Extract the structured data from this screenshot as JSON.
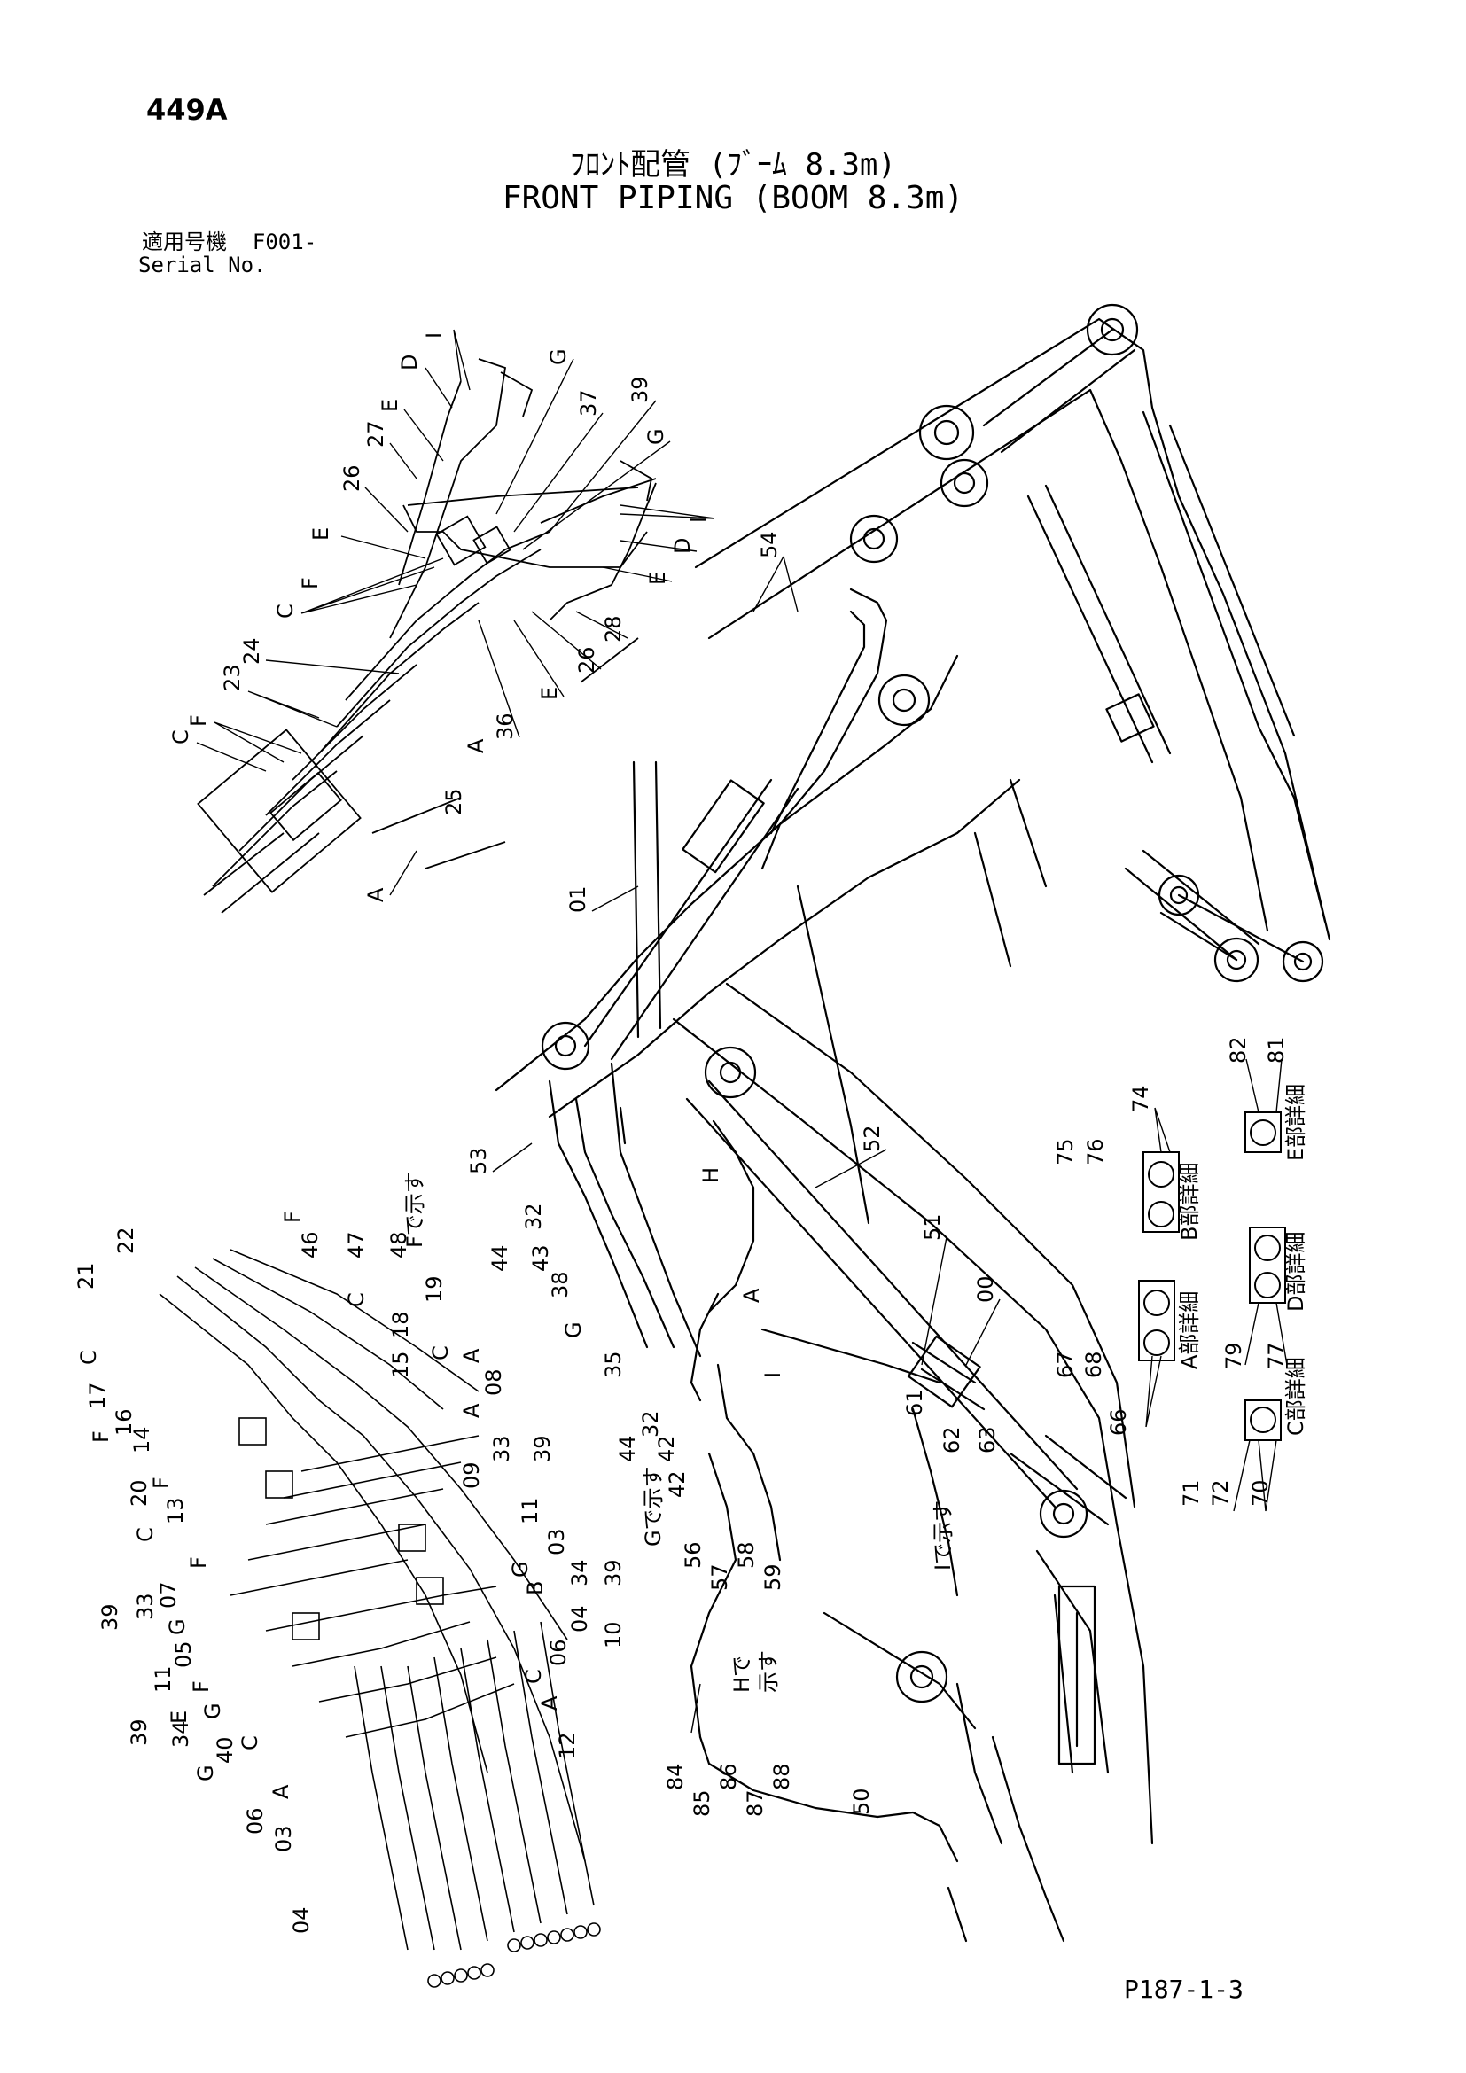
{
  "page": {
    "number": "449A",
    "footer_code": "P187-1-3"
  },
  "title": {
    "japanese": "ﾌﾛﾝﾄ配管 (ﾌﾞｰﾑ 8.3m)",
    "english": "FRONT PIPING (BOOM 8.3m)"
  },
  "serial": {
    "label_jp": "適用号機",
    "value": "F001-",
    "label_en": "Serial No."
  },
  "callouts": {
    "top_detail": [
      "I",
      "D",
      "E",
      "27",
      "26",
      "E",
      "C",
      "F",
      "24",
      "23",
      "C",
      "F",
      "A",
      "G",
      "37",
      "39",
      "G",
      "I",
      "D",
      "E",
      "28",
      "26",
      "E",
      "36",
      "25",
      "A"
    ],
    "main": [
      "54",
      "01",
      "53",
      "52",
      "51",
      "00",
      "32",
      "44",
      "43",
      "38",
      "G",
      "35",
      "A",
      "I",
      "32",
      "42",
      "61",
      "62",
      "63",
      "44",
      "42",
      "56",
      "57",
      "58",
      "59",
      "84",
      "85",
      "86",
      "87",
      "88",
      "50",
      "H"
    ],
    "bottom_detail": [
      "21",
      "22",
      "F",
      "46",
      "47",
      "48",
      "19",
      "18",
      "15",
      "C",
      "17",
      "16",
      "14",
      "C",
      "F",
      "20",
      "13",
      "F",
      "07",
      "C",
      "F",
      "G",
      "05",
      "F",
      "11",
      "E",
      "G",
      "40",
      "C",
      "A",
      "06",
      "03",
      "04",
      "39",
      "33",
      "39",
      "34",
      "G",
      "C",
      "A",
      "08",
      "A",
      "09",
      "33",
      "39",
      "11",
      "03",
      "G",
      "34",
      "39",
      "B",
      "04",
      "10",
      "06",
      "C",
      "12",
      "A"
    ]
  },
  "annotations": {
    "shown_F": "Fで示す",
    "shown_G": "Gで示す",
    "shown_H_top": "Hで",
    "shown_H_bottom": "示す",
    "shown_I": "Iで示す",
    "detail_A": "A部詳細",
    "detail_B": "B部詳細",
    "detail_C": "C部詳細",
    "detail_D": "D部詳細",
    "detail_E": "E部詳細"
  },
  "detail_callouts": {
    "A": [
      "67",
      "68",
      "66"
    ],
    "B": [
      "75",
      "76",
      "74"
    ],
    "C": [
      "71",
      "72",
      "70"
    ],
    "D": [
      "79",
      "77"
    ],
    "E": [
      "82",
      "81"
    ]
  }
}
